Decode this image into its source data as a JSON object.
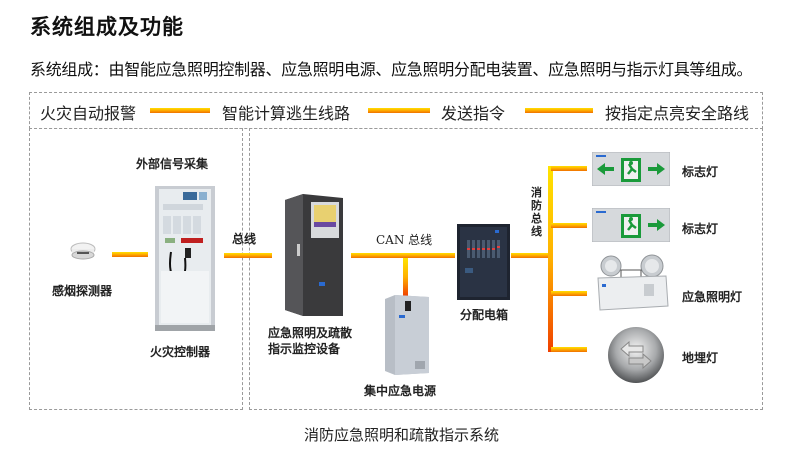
{
  "header": {
    "title": "系统组成及功能",
    "subtitle": "系统组成：由智能应急照明控制器、应急照明电源、应急照明分配电装置、应急照明与指示灯具等组成。"
  },
  "flow": {
    "steps": [
      "火灾自动报警",
      "智能计算逃生线路",
      "发送指令",
      "按指定点亮安全路线"
    ]
  },
  "diagram": {
    "left_panel": {
      "signal_label": "外部信号采集",
      "smoke_detector": "感烟探测器",
      "fire_controller": "火灾控制器"
    },
    "bus_label": "总线",
    "monitor_device": [
      "应急照明及疏散",
      "指示监控设备"
    ],
    "can_bus_label": "CAN 总线",
    "power_supply": "集中应急电源",
    "distribution_box": "分配电箱",
    "fire_bus_label": "消防总线",
    "fixtures": [
      {
        "label": "标志灯",
        "icon": "exit-sign-bidirectional-icon"
      },
      {
        "label": "标志灯",
        "icon": "exit-sign-right-icon"
      },
      {
        "label": "应急照明灯",
        "icon": "twin-head-emergency-light-icon"
      },
      {
        "label": "地埋灯",
        "icon": "inground-light-icon"
      }
    ]
  },
  "caption": "消防应急照明和疏散指示系统",
  "colors": {
    "bus_yellow": "#ffd000",
    "bus_orange": "#f07000",
    "exit_green": "#1a9a3a",
    "dash_gray": "#9a9a9a"
  }
}
